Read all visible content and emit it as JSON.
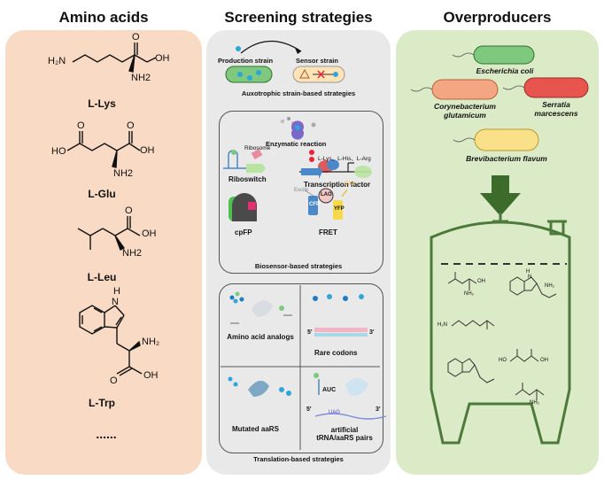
{
  "amino_acids": {
    "title": "Amino acids",
    "items": [
      {
        "label": "L-Lys",
        "atoms": {
          "n_left": "H₂N",
          "oh": "OH",
          "o": "O",
          "nh2": "NH2"
        }
      },
      {
        "label": "L-Glu",
        "atoms": {
          "ho": "HO",
          "o1": "O",
          "o2": "O",
          "oh": "OH",
          "nh2": "NH2"
        }
      },
      {
        "label": "L-Leu",
        "atoms": {
          "o": "O",
          "oh": "OH",
          "nh2": "NH2"
        }
      },
      {
        "label": "L-Trp",
        "atoms": {
          "h": "H",
          "n": "N",
          "nh2": "NH₂",
          "o": "O",
          "oh": "OH"
        }
      }
    ],
    "ellipsis": "......"
  },
  "screening": {
    "title": "Screening strategies",
    "auxotrophic": {
      "production_strain": "Production strain",
      "sensor_strain": "Sensor strain",
      "caption": "Auxotrophic strain-based strategies"
    },
    "biosensor": {
      "enzymatic": "Enzymatic reaction",
      "ribosome": "Ribosome",
      "riboswitch": "Riboswitch",
      "tf_ligands": "L-Lys、L-His、L-Arg",
      "transcription_factor": "Transcription factor",
      "cpfp": "cpFP",
      "excite": "Excite",
      "lao": "LAO",
      "cfp": "CFP",
      "yfp": "YFP",
      "emit": "Emit",
      "fret": "FRET",
      "caption": "Biosensor-based strategies"
    },
    "translation": {
      "analogs": "Amino acid analogs",
      "rare_codons": "Rare codons",
      "five_prime": "5'",
      "three_prime": "3'",
      "mutated": "Mutated aaRS",
      "auc": "AUC",
      "uag": "UAG",
      "artificial": "artificial tRNA/aaRS pairs",
      "caption": "Translation-based strategies"
    }
  },
  "overproducers": {
    "title": "Overproducers",
    "strains": [
      {
        "name": "Escherichia coli",
        "color": "#7fc97f"
      },
      {
        "name": "Corynebacterium glutamicum",
        "color": "#f4a582"
      },
      {
        "name": "Serratia marcescens",
        "color": "#e8554e"
      },
      {
        "name": "Brevibacterium flavum",
        "color": "#fbe08a"
      }
    ],
    "fermenter_products": {
      "nh2": "NH₂",
      "oh": "OH",
      "o": "O",
      "n": "N",
      "h2n": "H₂N",
      "ho": "HO",
      "h": "H"
    }
  },
  "colors": {
    "amino_panel": "#f9dac4",
    "screening_panel": "#e9e9e9",
    "overproducer_panel": "#dcebc7",
    "fermenter": "#4c7a3a",
    "arrow": "#3d6b2c"
  }
}
